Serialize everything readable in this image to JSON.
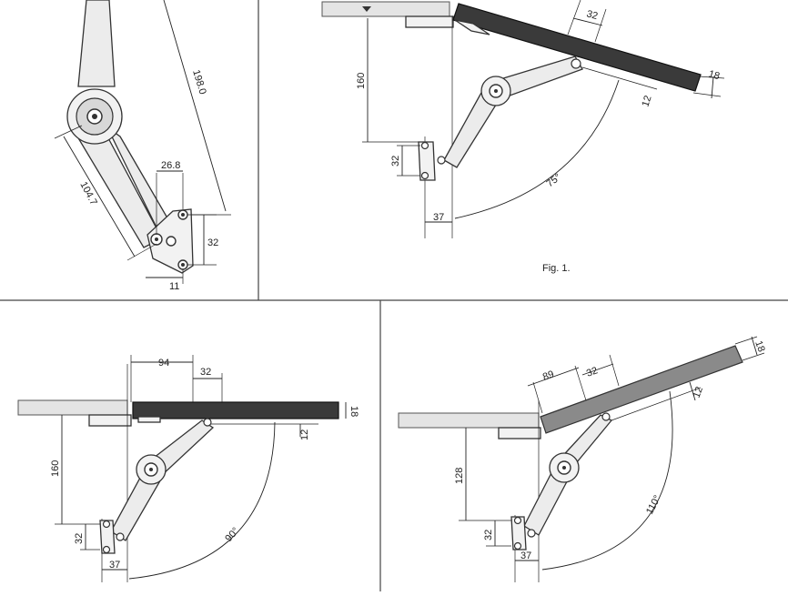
{
  "topLeft": {
    "dims": {
      "d1980": "198.0",
      "d1047": "104.7",
      "d268": "26.8",
      "d32": "32",
      "d11": "11"
    }
  },
  "topRight": {
    "dims": {
      "d32": "32",
      "d160": "160",
      "d18": "18",
      "d12": "12",
      "d32b": "32",
      "d75": "75°",
      "d37": "37"
    },
    "caption": "Fig. 1."
  },
  "bottomLeft": {
    "dims": {
      "d94": "94",
      "d32": "32",
      "d18": "18",
      "d12": "12",
      "d160": "160",
      "d32b": "32",
      "d90": "90°",
      "d37": "37"
    }
  },
  "bottomRight": {
    "dims": {
      "d89": "89",
      "d32": "32",
      "d18": "18",
      "d12": "12",
      "d128": "128",
      "d32b": "32",
      "d110": "110°",
      "d37": "37"
    }
  }
}
